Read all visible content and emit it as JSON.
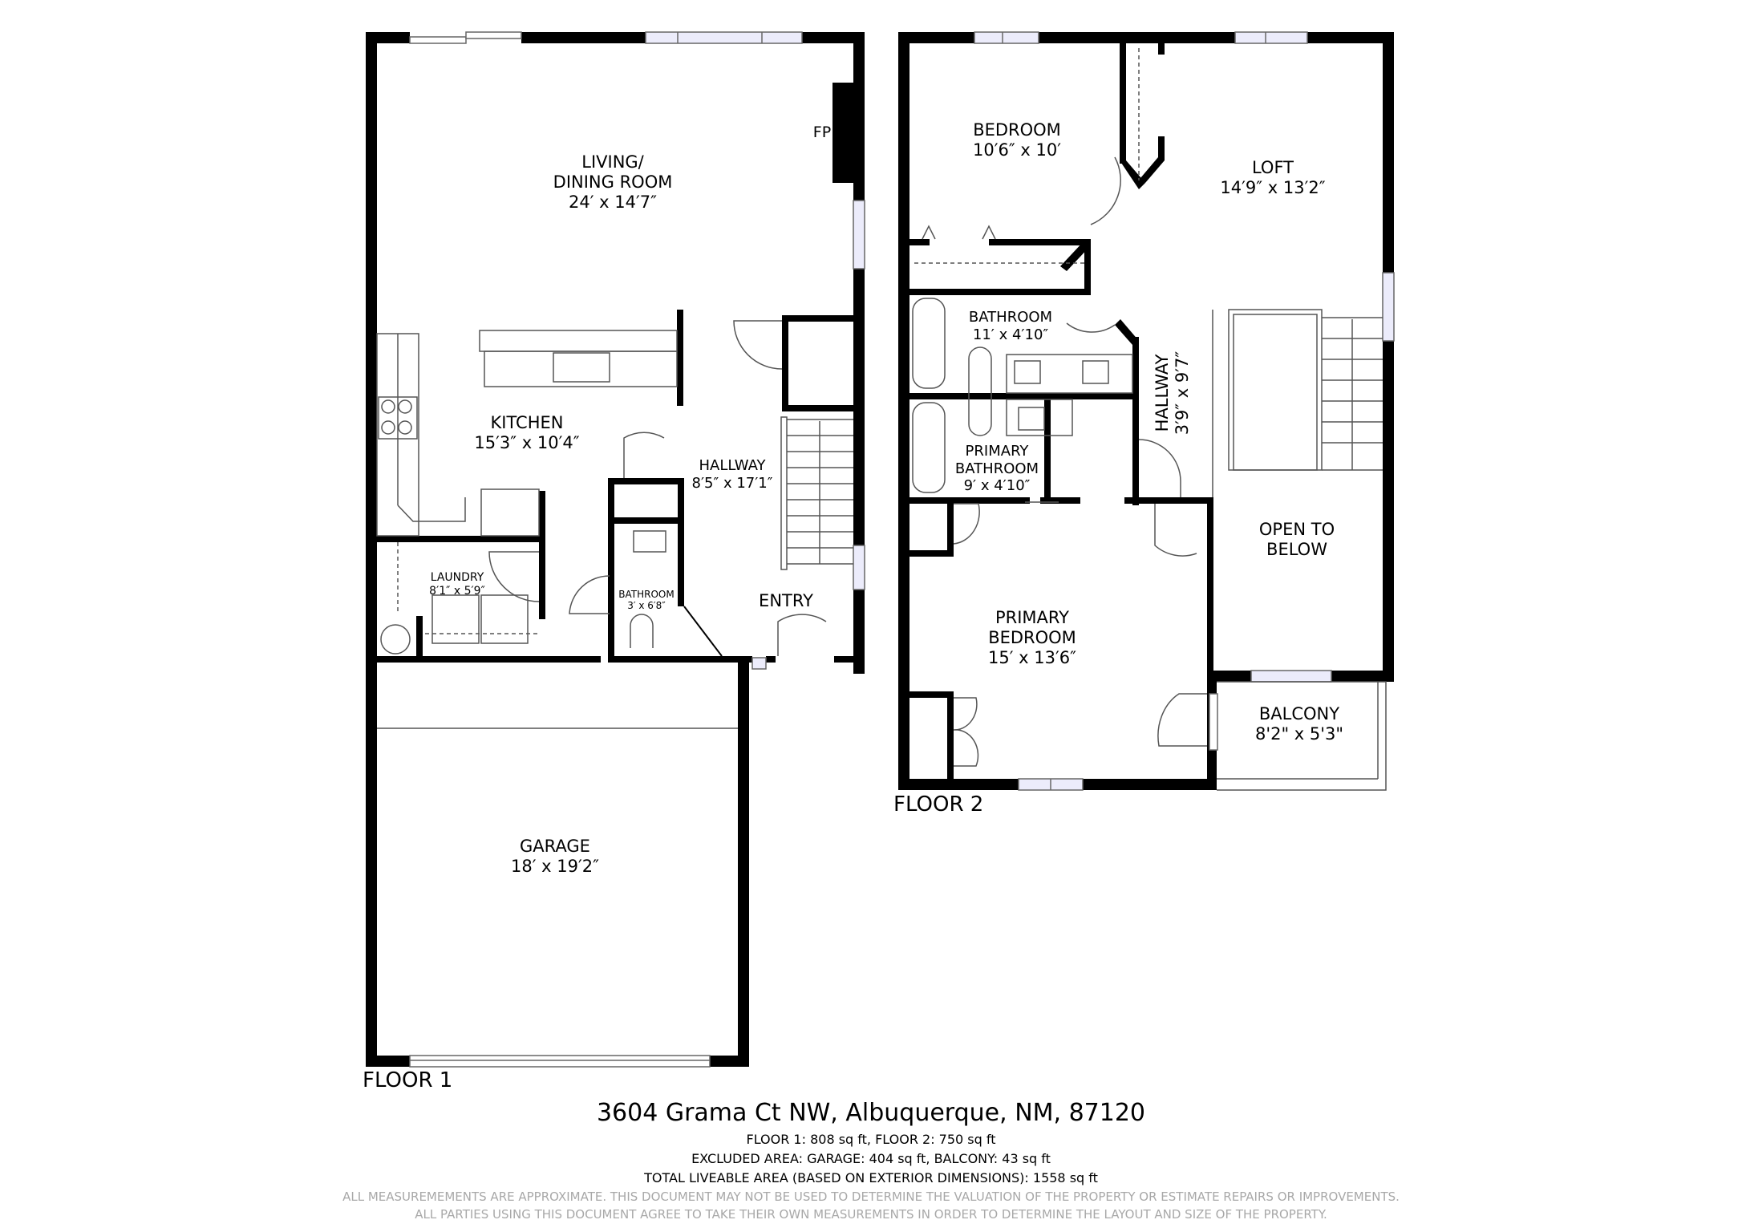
{
  "floors": [
    {
      "title": "FLOOR 1",
      "rooms": [
        {
          "name": "LIVING/",
          "name2": "DINING ROOM",
          "dims": "24′ x 14′7″"
        },
        {
          "name": "KITCHEN",
          "dims": "15′3″ x 10′4″"
        },
        {
          "name": "HALLWAY",
          "dims": "8′5″ x 17′1″"
        },
        {
          "name": "LAUNDRY",
          "dims": "8′1″ x 5′9″"
        },
        {
          "name": "BATHROOM",
          "dims": "3′ x 6′8″"
        },
        {
          "name": "ENTRY"
        },
        {
          "name": "GARAGE",
          "dims": "18′ x 19′2″"
        }
      ],
      "annotations": {
        "fireplace": "FP"
      }
    },
    {
      "title": "FLOOR 2",
      "rooms": [
        {
          "name": "BEDROOM",
          "dims": "10′6″ x 10′"
        },
        {
          "name": "LOFT",
          "dims": "14′9″ x 13′2″"
        },
        {
          "name": "BATHROOM",
          "dims": "11′ x 4′10″"
        },
        {
          "name": "PRIMARY",
          "name2": "BATHROOM",
          "dims": "9′ x 4′10″"
        },
        {
          "name": "HALLWAY",
          "dims": "3′9″ x 9′7″"
        },
        {
          "name": "OPEN TO",
          "name2": "BELOW"
        },
        {
          "name": "PRIMARY",
          "name2": "BEDROOM",
          "dims": "15′ x 13′6″"
        },
        {
          "name": "BALCONY",
          "dims": "8'2\" x 5'3\""
        }
      ]
    }
  ],
  "footer": {
    "address": "3604 Grama Ct NW, Albuquerque, NM, 87120",
    "floor_areas": "FLOOR 1: 808 sq ft, FLOOR 2: 750 sq ft",
    "excluded": "EXCLUDED AREA: GARAGE: 404 sq ft, BALCONY: 43 sq ft",
    "total": "TOTAL LIVEABLE AREA (BASED ON EXTERIOR DIMENSIONS): 1558 sq ft",
    "disclaimer1": "ALL MEASUREMEMENTS ARE APPROXIMATE. THIS DOCUMENT MAY NOT BE USED TO DETERMINE THE VALUATION OF THE PROPERTY OR ESTIMATE REPAIRS OR IMPROVEMENTS.",
    "disclaimer2": "ALL PARTIES USING THIS DOCUMENT AGREE TO TAKE THEIR OWN MEASUREMENTS IN ORDER TO DETERMINE THE LAYOUT AND SIZE OF THE PROPERTY."
  },
  "colors": {
    "wall": "#000000",
    "window_fill": "#ececfb",
    "fixture_line": "#555555",
    "disclaimer": "#a8a8a8"
  }
}
